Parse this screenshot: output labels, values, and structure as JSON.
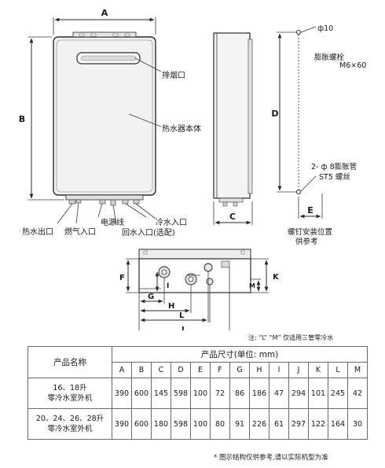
{
  "drawing": {
    "dims": {
      "A": "A",
      "B": "B",
      "C": "C",
      "D": "D",
      "E": "E",
      "F": "F",
      "G": "G",
      "H": "H",
      "I": "I",
      "J": "J",
      "K": "K",
      "L": "L",
      "M": "M"
    },
    "callouts": {
      "exhaust": "排烟口",
      "unit_body": "热水器本体",
      "hot_out": "热水出口",
      "gas_in": "燃气入口",
      "power": "电源线",
      "return_in": "回水入口(选配)",
      "cold_in": "冷水入口",
      "bolt_top_1": "ф10",
      "bolt_top_2": "膨胀螺栓",
      "bolt_top_3": "M6×60",
      "bolt_bot_1": "2- ф 8膨胀管",
      "bolt_bot_2": "ST5 螺丝",
      "screw_1": "螺钉安装位置",
      "screw_2": "供参考"
    }
  },
  "note": "注: “L” “M” 仅适用三管零冷水",
  "table": {
    "name_header": "产品名称",
    "size_header": "产品尺寸(单位: mm)",
    "columns": [
      "A",
      "B",
      "C",
      "D",
      "E",
      "F",
      "G",
      "H",
      "I",
      "J",
      "K",
      "L",
      "M"
    ],
    "rows": [
      {
        "name_1": "16、18升",
        "name_2": "零冷水室外机",
        "values": [
          "390",
          "600",
          "145",
          "598",
          "100",
          "72",
          "86",
          "186",
          "47",
          "294",
          "101",
          "245",
          "42"
        ]
      },
      {
        "name_1": "20、24、26、28升",
        "name_2": "零冷水室外机",
        "values": [
          "390",
          "600",
          "180",
          "598",
          "100",
          "80",
          "91",
          "226",
          "61",
          "297",
          "122",
          "164",
          "30"
        ]
      }
    ]
  },
  "footnote": "* 图示结构仅供参考,请以实际机型为准"
}
